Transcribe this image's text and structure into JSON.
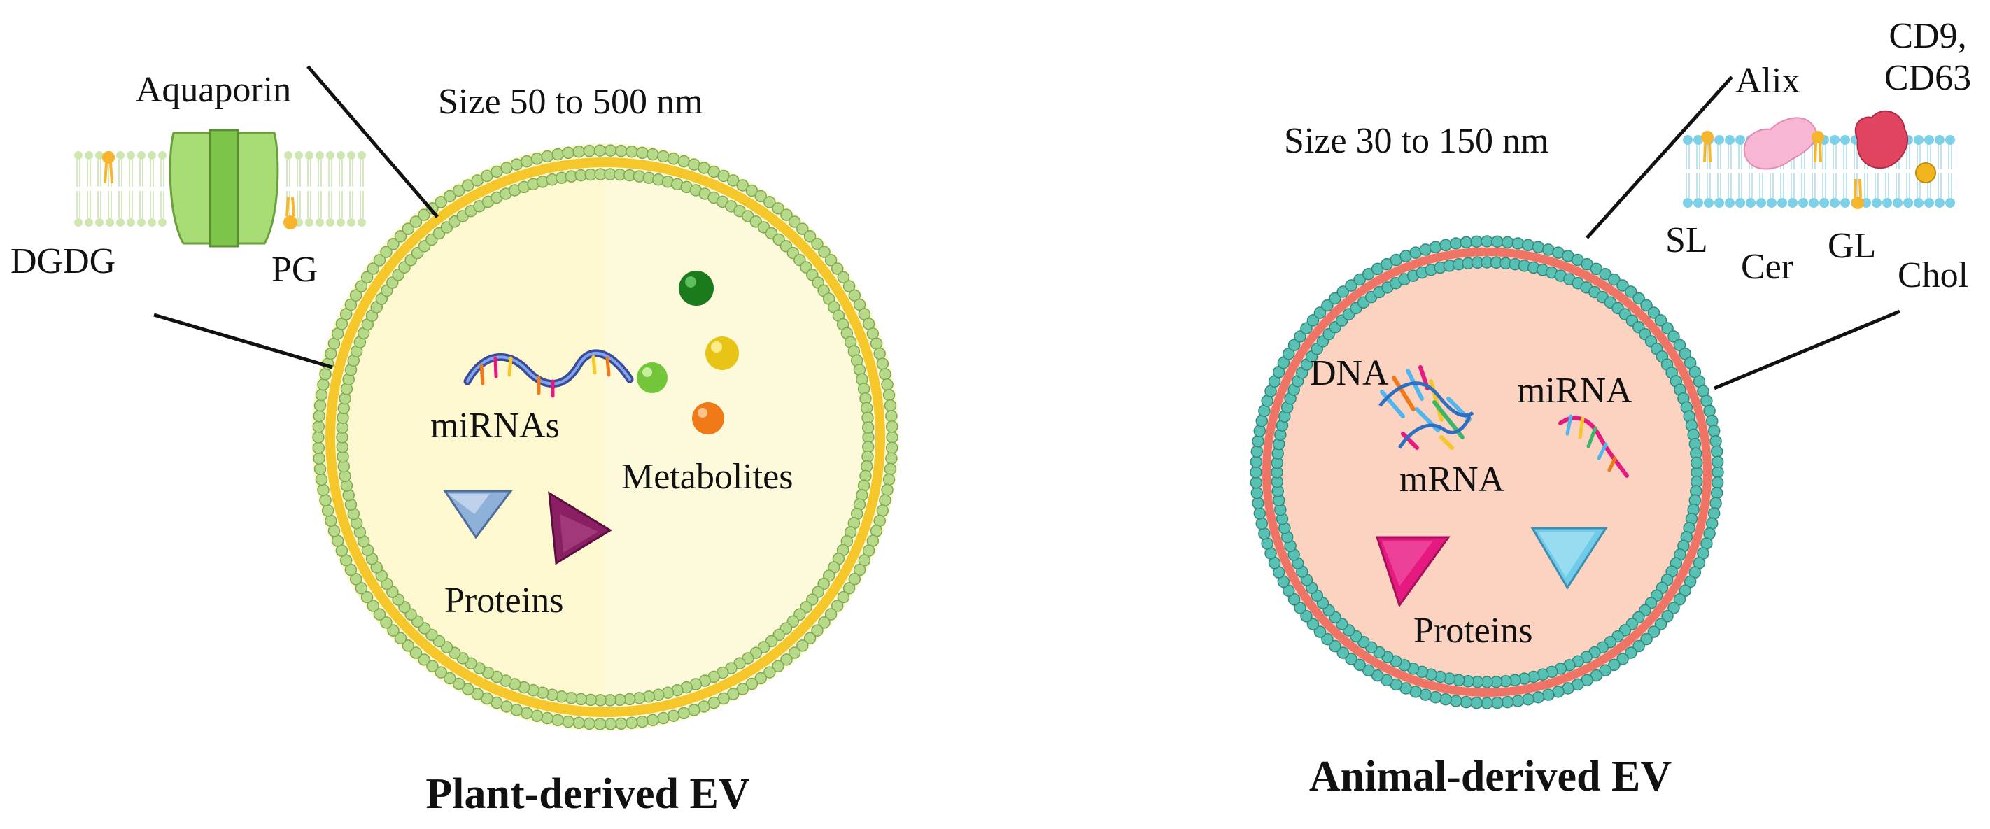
{
  "plant": {
    "title": "Plant-derived EV",
    "size_label": "Size 50 to 500 nm",
    "membrane_labels": {
      "aquaporin": "Aquaporin",
      "dgdg": "DGDG",
      "pg": "PG"
    },
    "cargo": {
      "mirna": "miRNAs",
      "metabolites": "Metabolites",
      "proteins": "Proteins"
    },
    "colors": {
      "lumen": "#fdf8d0",
      "head": "#b6d98a",
      "head_stroke": "#7fa94e",
      "tail": "#f6c72a",
      "channel": "#a7dd74",
      "metabolite_dark": "#1b7a1b",
      "metabolite_yellow": "#e8c417",
      "metabolite_light": "#73c63a",
      "metabolite_orange": "#f07a18",
      "protein_blue": "#8fb0d8",
      "protein_purple": "#8a1f63"
    }
  },
  "animal": {
    "title": "Animal-derived EV",
    "size_label": "Size 30 to 150 nm",
    "membrane_labels": {
      "cd": "CD9,",
      "cd63": "CD63",
      "alix": "Alix",
      "sl": "SL",
      "cer": "Cer",
      "gl": "GL",
      "chol": "Chol"
    },
    "cargo": {
      "dna": "DNA",
      "mrna": "mRNA",
      "mirna": "miRNA",
      "proteins": "Proteins"
    },
    "colors": {
      "lumen": "#fbd3c0",
      "head": "#58c1b3",
      "head_stroke": "#2e8a80",
      "tail": "#f07466",
      "protein_pink": "#e5197f",
      "protein_cyan": "#6fcbe8",
      "alix": "#f6b6d4",
      "cd63": "#e0445e"
    }
  }
}
